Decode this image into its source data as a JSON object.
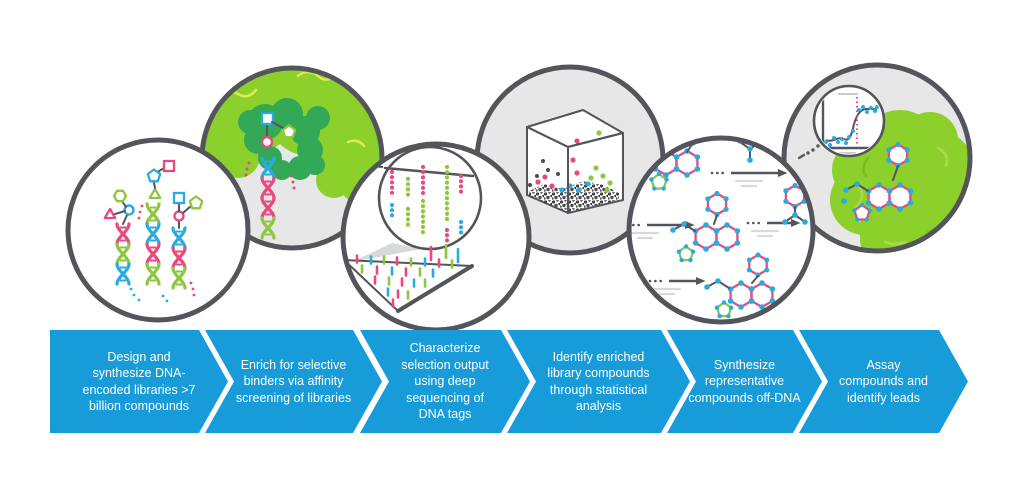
{
  "steps": [
    {
      "label": "Design and\nsynthesize DNA-\nencoded libraries >7\nbillion compounds",
      "illustration": "dna-encoded-library-strands"
    },
    {
      "label": "Enrich for selective\nbinders via affinity\nscreening of libraries",
      "illustration": "protein-target-affinity-binding"
    },
    {
      "label": "Characterize\nselection output\nusing deep\nsequencing of\nDNA tags",
      "illustration": "deep-sequencing-flow-cell"
    },
    {
      "label": "Identify enriched\nlibrary compounds\nthrough statistical\nanalysis",
      "illustration": "enriched-compounds-cube-plot"
    },
    {
      "label": "Synthesize\nrepresentative\ncompounds off-DNA",
      "illustration": "off-dna-molecule-synthesis"
    },
    {
      "label": "Assay\ncompounds and\nidentify leads",
      "illustration": "dose-response-assay-on-target"
    }
  ],
  "colors": {
    "band_blue": "#189CD9",
    "dark": "#53555A",
    "light_gray": "#E7E7E8",
    "pale_gray": "#D8D9DB",
    "mid_gray": "#C9CACC",
    "pink": "#E8497F",
    "node_blue": "#29ABE2",
    "green": "#8DC63F",
    "lime": "#8CD02C",
    "lime_light": "#A9DC4D",
    "lime_dark": "#74BE1E",
    "dark_green": "#33A857",
    "yellow": "#DDEB52",
    "white": "#FFFFFF"
  }
}
